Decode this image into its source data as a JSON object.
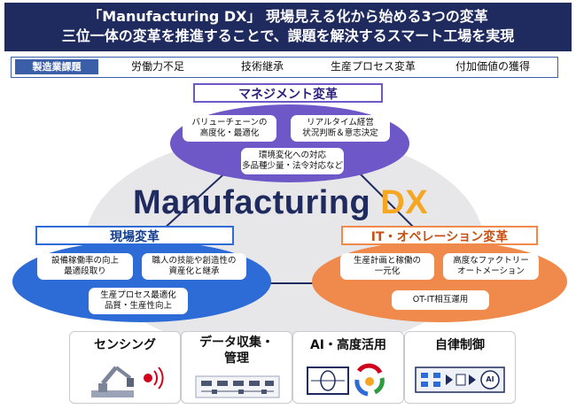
{
  "header": {
    "line1": "「Manufacturing DX」 現場見える化から始める3つの変革",
    "line2": "三位一体の変革を推進することで、課題を解決するスマート工場を実現"
  },
  "issues": {
    "label": "製造業課題",
    "items": [
      "労働力不足",
      "技術継承",
      "生産プロセス変革",
      "付加価値の獲得"
    ]
  },
  "center": {
    "word": "Manufacturing",
    "dx": "DX"
  },
  "management": {
    "title": "マネジメント変革",
    "items": [
      {
        "line1": "バリューチェーンの",
        "line2": "高度化・最適化"
      },
      {
        "line1": "リアルタイム経営",
        "line2": "状況判断＆意志決定"
      },
      {
        "line1": "環境変化への対応",
        "line2": "多品種少量・法令対応など"
      }
    ]
  },
  "field": {
    "title": "現場変革",
    "items": [
      {
        "line1": "設備稼働率の向上",
        "line2": "最適段取り"
      },
      {
        "line1": "職人の技能や創造性の",
        "line2": "資産化と継承"
      },
      {
        "line1": "生産プロセス最適化",
        "line2": "品質・生産性向上"
      }
    ]
  },
  "it": {
    "title": "IT・オペレーション変革",
    "items": [
      {
        "line1": "生産計画と稼働の",
        "line2": "一元化"
      },
      {
        "line1": "高度なファクトリー",
        "line2": "オートメーション"
      },
      {
        "line1": "OT-IT相互運用"
      }
    ]
  },
  "tiles": [
    {
      "title": "センシング"
    },
    {
      "title": "データ収集・",
      "title2": "管理"
    },
    {
      "title": "AI・高度活用"
    },
    {
      "title": "自律制御",
      "badge": "AI"
    }
  ],
  "colors": {
    "header_bg": "#1f2a5e",
    "management": "#6e58c7",
    "field": "#2d6bd6",
    "it": "#f08a4c",
    "dx_accent": "#f5a623"
  }
}
